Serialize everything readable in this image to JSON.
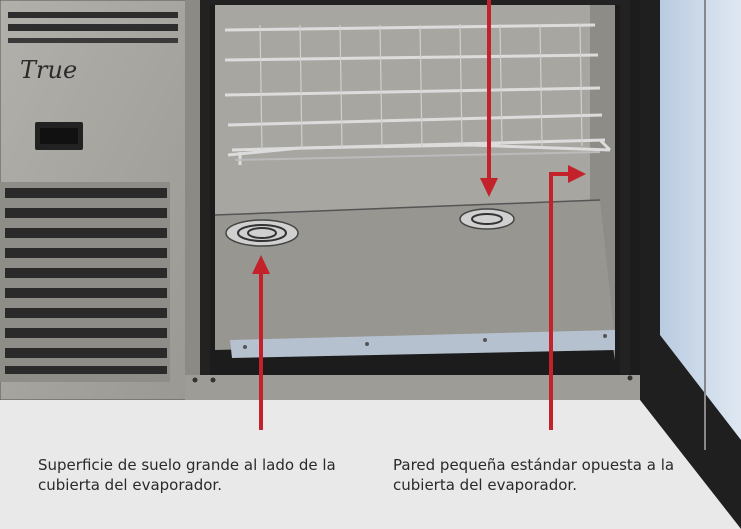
{
  "brand": {
    "logo_text": "True"
  },
  "annotations": {
    "left_caption": "Superficie de suelo grande al lado de la cubierta del evaporador.",
    "right_caption": "Pared pequeña estándar opuesta a la cubierta del evaporador."
  },
  "colors": {
    "arrow": "#c4222b",
    "cabinet_steel": "#a3a19b",
    "interior_floor": "#989690",
    "caption_background": "#e9e9ea"
  }
}
